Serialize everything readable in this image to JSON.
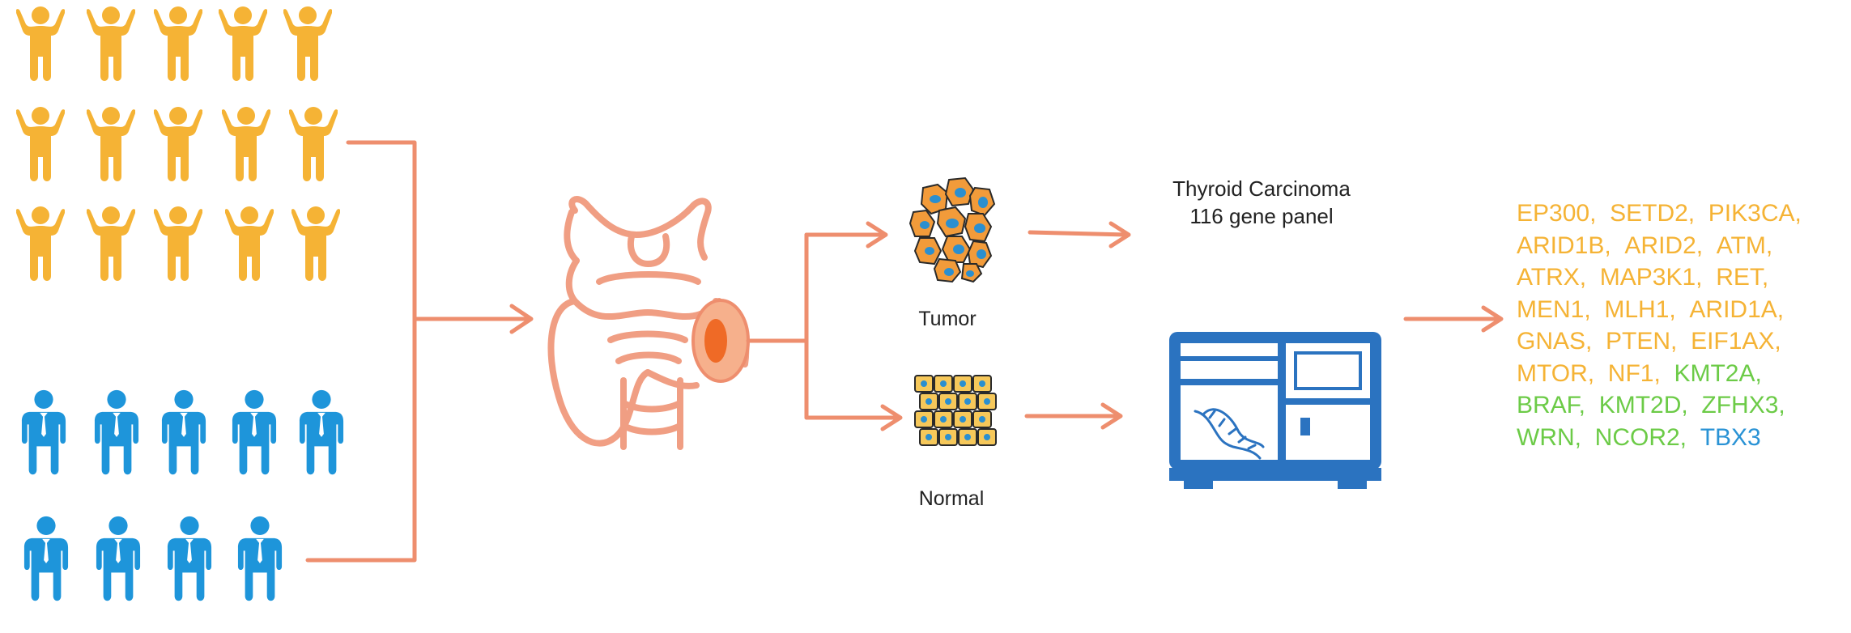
{
  "colors": {
    "female": "#F5B335",
    "male": "#1E95DA",
    "flow": "#EE8E6E",
    "tumor_core": "#EF6A26",
    "machine": "#2B73C0",
    "gene_orange": "#F5B335",
    "gene_green": "#6CCB47",
    "gene_blue": "#2A93D5"
  },
  "labels": {
    "tumor": "Tumor",
    "normal": "Normal",
    "panel_line1": "Thyroid Carcinoma",
    "panel_line2": "116 gene panel"
  },
  "icons": {
    "female_person": "female-person-icon",
    "male_person": "male-person-icon",
    "thyroid": "thyroid-gland-icon",
    "tumor_cells": "tumor-cells-icon",
    "normal_cells": "normal-cells-icon",
    "sequencer": "sequencer-machine-icon",
    "dna": "dna-icon"
  },
  "groups": {
    "female_count": 15,
    "male_count": 9
  },
  "genes": [
    [
      {
        "t": "EP300,",
        "c": "orange"
      },
      {
        "t": "SETD2,",
        "c": "orange"
      },
      {
        "t": "PIK3CA,",
        "c": "orange"
      }
    ],
    [
      {
        "t": "ARID1B,",
        "c": "orange"
      },
      {
        "t": "ARID2,",
        "c": "orange"
      },
      {
        "t": "ATM,",
        "c": "orange"
      }
    ],
    [
      {
        "t": "ATRX,",
        "c": "orange"
      },
      {
        "t": "MAP3K1,",
        "c": "orange"
      },
      {
        "t": "RET,",
        "c": "orange"
      }
    ],
    [
      {
        "t": "MEN1,",
        "c": "orange"
      },
      {
        "t": "MLH1,",
        "c": "orange"
      },
      {
        "t": "ARID1A,",
        "c": "orange"
      }
    ],
    [
      {
        "t": "GNAS,",
        "c": "orange"
      },
      {
        "t": "PTEN,",
        "c": "orange"
      },
      {
        "t": "EIF1AX,",
        "c": "orange"
      }
    ],
    [
      {
        "t": "MTOR,",
        "c": "orange"
      },
      {
        "t": "NF1,",
        "c": "orange"
      },
      {
        "t": "KMT2A,",
        "c": "green"
      }
    ],
    [
      {
        "t": "BRAF,",
        "c": "green"
      },
      {
        "t": "KMT2D,",
        "c": "green"
      },
      {
        "t": "ZFHX3,",
        "c": "green"
      }
    ],
    [
      {
        "t": "WRN,",
        "c": "green"
      },
      {
        "t": "NCOR2,",
        "c": "green"
      },
      {
        "t": "TBX3",
        "c": "blue"
      }
    ]
  ]
}
